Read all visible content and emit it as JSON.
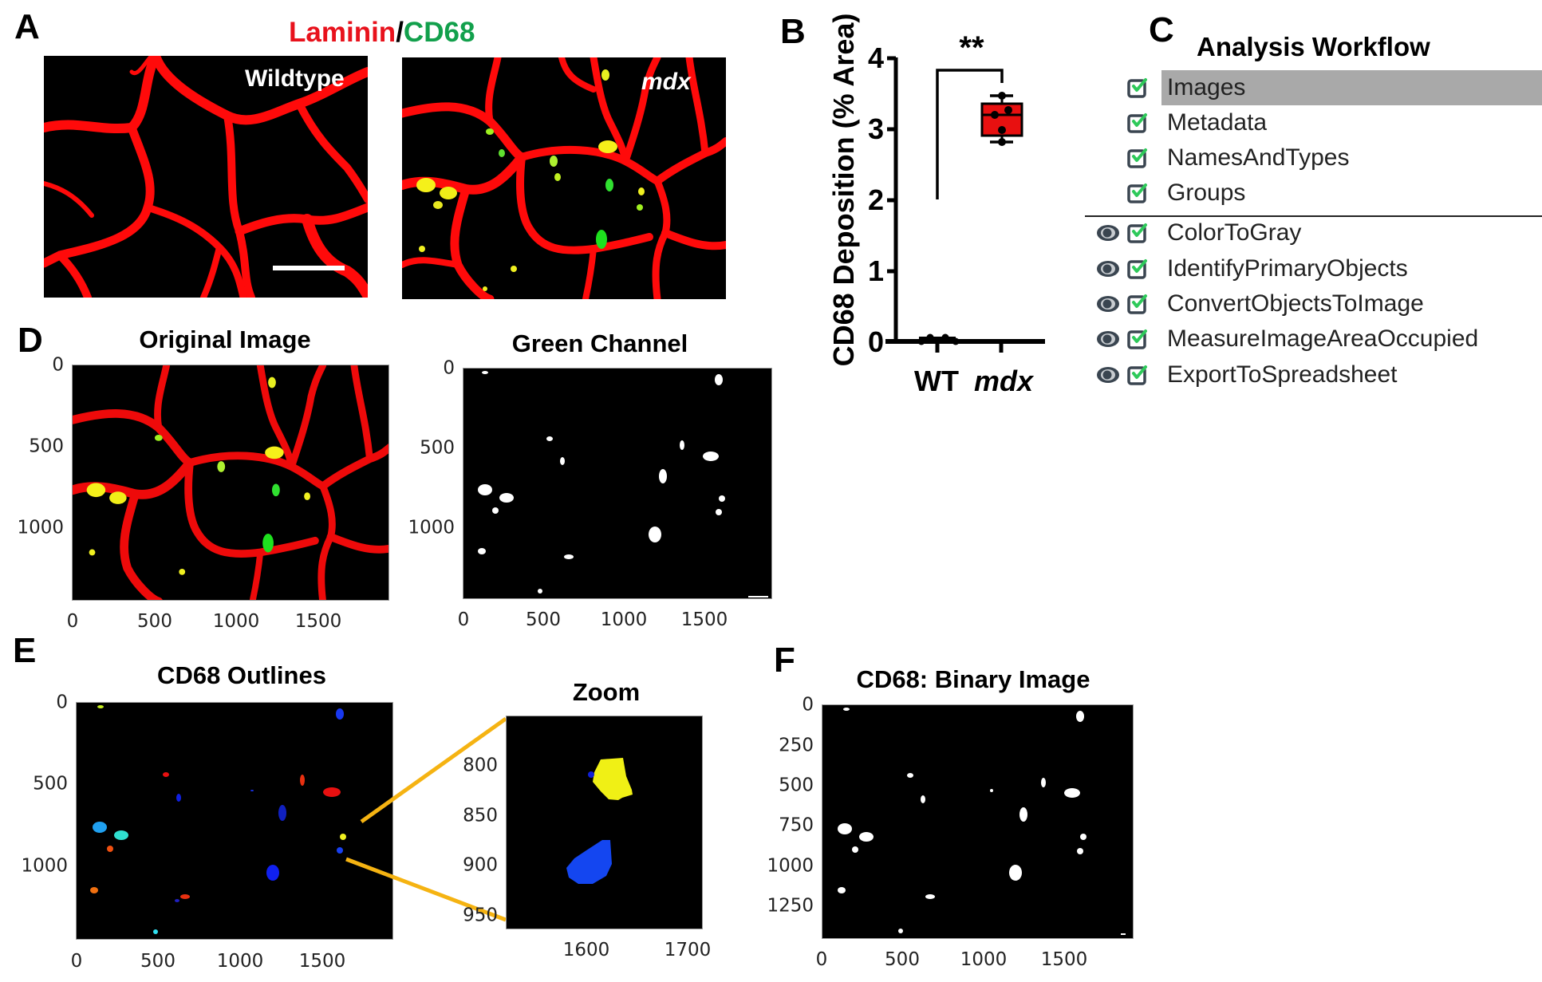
{
  "panel_letters": {
    "A": "A",
    "B": "B",
    "C": "C",
    "D": "D",
    "E": "E",
    "F": "F"
  },
  "panel_a": {
    "title_red": "Laminin",
    "title_sep": "/",
    "title_green": "CD68",
    "title_colors": {
      "red": "#e8121c",
      "green": "#12a04c"
    },
    "images": [
      {
        "label": "Wildtype",
        "italic": false,
        "scale_bar": true
      },
      {
        "label": "mdx",
        "italic": true,
        "scale_bar": false
      }
    ]
  },
  "panel_b": {
    "ylabel": "CD68 Deposition (% Area)",
    "significance": "**",
    "box_color": "#e81010"
  },
  "panel_c": {
    "title": "Analysis Workflow",
    "input_modules": [
      {
        "label": "Images",
        "selected": true,
        "checked": true
      },
      {
        "label": "Metadata",
        "selected": false,
        "checked": true
      },
      {
        "label": "NamesAndTypes",
        "selected": false,
        "checked": true
      },
      {
        "label": "Groups",
        "selected": false,
        "checked": true
      }
    ],
    "analysis_modules": [
      {
        "label": "ColorToGray",
        "visible": true,
        "checked": true
      },
      {
        "label": "IdentifyPrimaryObjects",
        "visible": true,
        "checked": true
      },
      {
        "label": "ConvertObjectsToImage",
        "visible": true,
        "checked": true
      },
      {
        "label": "MeasureImageAreaOccupied",
        "visible": true,
        "checked": true
      },
      {
        "label": "ExportToSpreadsheet",
        "visible": true,
        "checked": true
      }
    ],
    "icons": {
      "eye": "eye-icon",
      "checkbox": "checkbox-checked-icon"
    },
    "colors": {
      "highlight": "#a9a9a9",
      "check": "#2ec95a",
      "icon": "#3a4550"
    }
  },
  "panel_d": {
    "original": {
      "title": "Original Image",
      "xticks": [
        "0",
        "500",
        "1000",
        "1500"
      ],
      "yticks": [
        "0",
        "500",
        "1000"
      ]
    },
    "green": {
      "title": "Green Channel",
      "xticks": [
        "0",
        "500",
        "1000",
        "1500"
      ],
      "yticks": [
        "0",
        "500",
        "1000"
      ]
    }
  },
  "panel_e": {
    "outlines": {
      "title": "CD68 Outlines",
      "xticks": [
        "0",
        "500",
        "1000",
        "1500"
      ],
      "yticks": [
        "0",
        "500",
        "1000"
      ]
    },
    "zoom": {
      "title": "Zoom",
      "xticks": [
        "1600",
        "1700"
      ],
      "yticks": [
        "800",
        "850",
        "900",
        "950"
      ]
    },
    "connector_color": "#f5b312"
  },
  "panel_f": {
    "title": "CD68: Binary Image",
    "xticks": [
      "0",
      "500",
      "1000",
      "1500"
    ],
    "yticks": [
      "0",
      "250",
      "500",
      "750",
      "1000",
      "1250"
    ]
  },
  "chart_data": [
    {
      "type": "box",
      "title": "",
      "xlabel": "",
      "ylabel": "CD68 Deposition (% Area)",
      "categories": [
        "WT",
        "mdx"
      ],
      "ylim": [
        0,
        4
      ],
      "yticks": [
        0,
        1,
        2,
        3,
        4
      ],
      "series": [
        {
          "name": "WT",
          "points": [
            0.0,
            0.03,
            0.07,
            0.08,
            0.0
          ],
          "min": 0.0,
          "q1": 0.0,
          "median": 0.03,
          "q3": 0.06,
          "max": 0.08,
          "fill": "#000000"
        },
        {
          "name": "mdx",
          "points": [
            3.48,
            3.28,
            3.2,
            2.97,
            2.82
          ],
          "min": 2.82,
          "q1": 2.9,
          "median": 3.22,
          "q3": 3.37,
          "max": 3.48,
          "fill": "#e81010"
        }
      ],
      "annotations": [
        {
          "text": "**",
          "between": [
            "WT",
            "mdx"
          ]
        }
      ]
    }
  ]
}
